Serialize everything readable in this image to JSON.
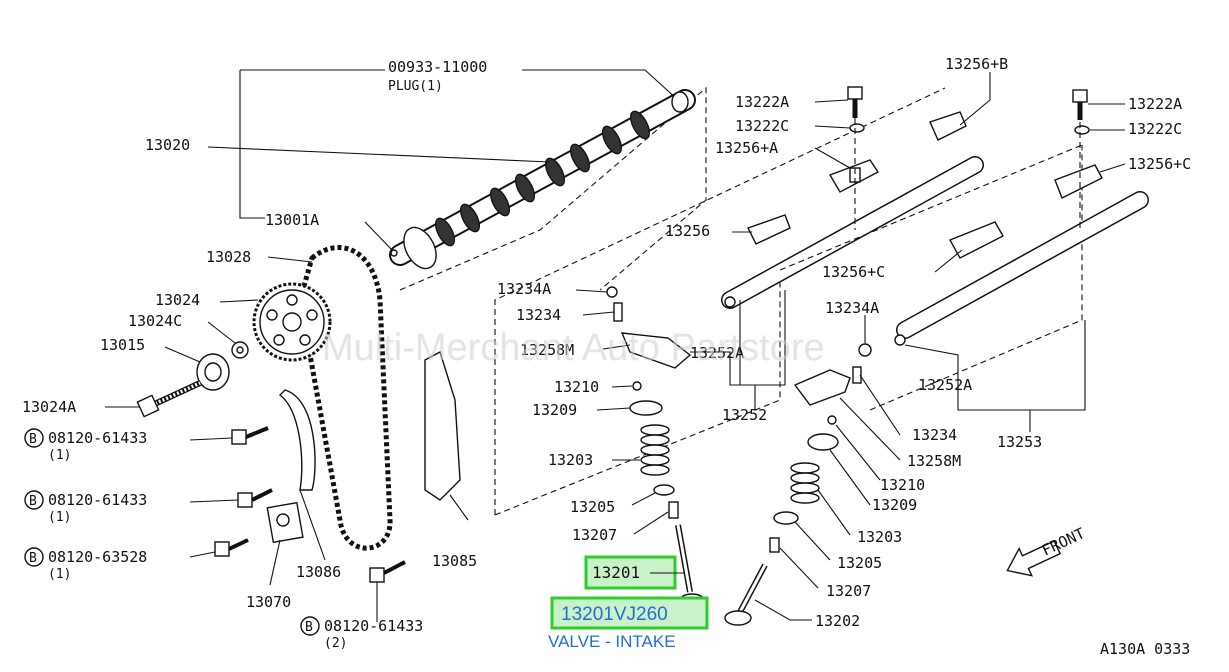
{
  "watermark": "Multi-Merchant Auto Partstore",
  "diagram_code": "A130A 0333",
  "front_label": "FRONT",
  "plug": {
    "number": "00933-11000",
    "desc": "PLUG(1)"
  },
  "labels": {
    "l13020": "13020",
    "l13001A": "13001A",
    "l13028": "13028",
    "l13024": "13024",
    "l13024C": "13024C",
    "l13015": "13015",
    "l13024A": "13024A",
    "b1": "08120-61433",
    "b1q": "(1)",
    "b2": "08120-61433",
    "b2q": "(1)",
    "b3": "08120-63528",
    "b3q": "(1)",
    "b4": "08120-61433",
    "b4q": "(2)",
    "bolt_letter": "B",
    "l13086": "13086",
    "l13070": "13070",
    "l13085": "13085",
    "l13256B": "13256+B",
    "l13222A_1": "13222A",
    "l13222C_1": "13222C",
    "l13256A": "13256+A",
    "l13256": "13256",
    "l13222A_2": "13222A",
    "l13222C_2": "13222C",
    "l13256C_1": "13256+C",
    "l13256C_2": "13256+C",
    "l13234A_1": "13234A",
    "l13234_1": "13234",
    "l13258M_1": "13258M",
    "l13252A_1": "13252A",
    "l13252": "13252",
    "l13234A_2": "13234A",
    "l13252A_2": "13252A",
    "l13253": "13253",
    "l13210_1": "13210",
    "l13209_1": "13209",
    "l13203_1": "13203",
    "l13205_1": "13205",
    "l13207_1": "13207",
    "l13234_2": "13234",
    "l13258M_2": "13258M",
    "l13210_2": "13210",
    "l13209_2": "13209",
    "l13203_2": "13203",
    "l13205_2": "13205",
    "l13207_2": "13207",
    "l13202": "13202"
  },
  "highlight": {
    "part_number": "13201",
    "oem_number": "13201VJ260",
    "description": "VALVE - INTAKE",
    "box_color": "#2ecc2e",
    "text_color": "#1f6ed4"
  }
}
